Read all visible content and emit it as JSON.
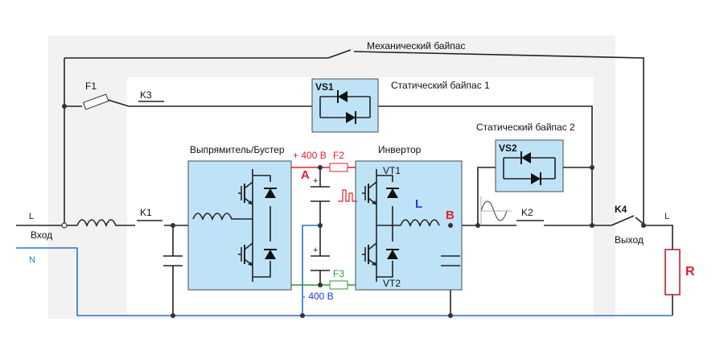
{
  "labels": {
    "mech_bypass": "Механический байпас",
    "static_bypass_1": "Статический байпас 1",
    "static_bypass_2": "Статический байпас 2",
    "rectifier": "Выпрямитель/Бустер",
    "inverter": "Инвертор",
    "input": "Вход",
    "output": "Выход",
    "line_in": "L",
    "neutral_in": "N",
    "line_out": "L",
    "plus_bus": "+ 400 В",
    "minus_bus": "- 400 В"
  },
  "components": {
    "f1": "F1",
    "f2": "F2",
    "f3": "F3",
    "k1": "K1",
    "k2": "K2",
    "k3": "K3",
    "k4": "K4",
    "vs1": "VS1",
    "vs2": "VS2",
    "vt1": "VT1",
    "vt2": "VT2",
    "node_a": "A",
    "node_b": "B",
    "inductor_l": "L",
    "load_r": "R",
    "cap_plus": "+"
  },
  "colors": {
    "wire": "#222222",
    "neutral": "#2b73c2",
    "plus_bus": "#e0202a",
    "minus_bus": "#2a9a3a",
    "module_fill": "#bfe3f6",
    "node_a": "#e0202a",
    "node_b": "#e0202a",
    "inductor_label": "#1a3fd0"
  }
}
